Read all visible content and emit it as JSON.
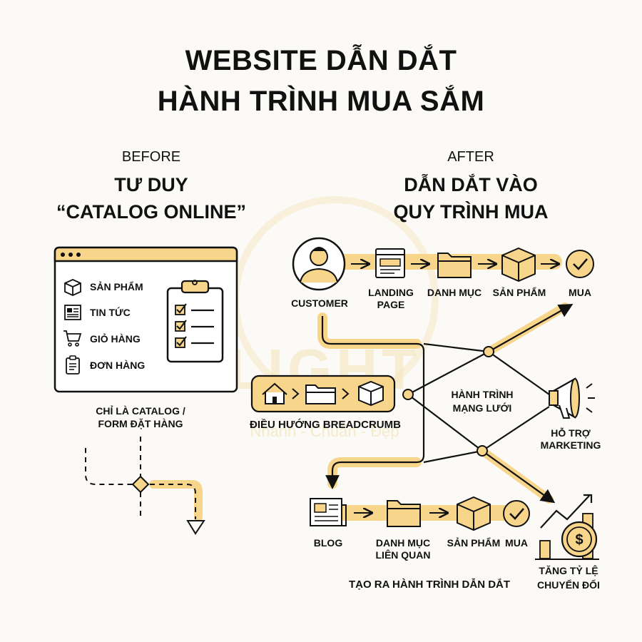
{
  "title": {
    "line1": "WEBSITE DẪN DẮT",
    "line2": "HÀNH TRÌNH MUA SẮM"
  },
  "watermark": {
    "brand": "LIGHT",
    "tagline": "Nhanh - Chuẩn - Đẹp"
  },
  "before": {
    "heading": "BEFORE",
    "subtitle_line1": "TƯ DUY",
    "subtitle_line2": "“CATALOG ONLINE”",
    "menu": [
      {
        "label": "SẢN PHẨM",
        "icon": "box-icon"
      },
      {
        "label": "TIN TỨC",
        "icon": "newspaper-icon"
      },
      {
        "label": "GIỎ HÀNG",
        "icon": "cart-icon"
      },
      {
        "label": "ĐƠN HÀNG",
        "icon": "clipboard-icon"
      }
    ],
    "caption_line1": "CHỈ LÀ CATALOG /",
    "caption_line2": "FORM ĐẶT HÀNG"
  },
  "after": {
    "heading": "AFTER",
    "subtitle_line1": "DẪN DẮT VÀO",
    "subtitle_line2": "QUY TRÌNH MUA",
    "top_flow": {
      "customer": "CUSTOMER",
      "landing_line1": "LANDING",
      "landing_line2": "PAGE",
      "category": "DANH MỤC",
      "product": "SẢN PHẨM",
      "buy": "MUA"
    },
    "breadcrumb_label": "ĐIỀU HƯỚNG BREADCRUMB",
    "network_line1": "HÀNH TRÌNH",
    "network_line2": "MẠNG LƯỚI",
    "marketing_line1": "HỖ TRỢ",
    "marketing_line2": "MARKETING",
    "bottom_flow": {
      "blog": "BLOG",
      "related_line1": "DANH MỤC",
      "related_line2": "LIÊN QUAN",
      "product": "SẢN PHẨM",
      "buy": "MUA"
    },
    "conversion_line1": "TĂNG TỶ LỆ",
    "conversion_line2": "CHUYỂN ĐỔI",
    "bottom_caption": "TẠO RA HÀNH TRÌNH DẪN DẮT"
  },
  "colors": {
    "accent": "#f7d58a",
    "accent_dark": "#e9b949",
    "ink": "#111111",
    "panel": "#ffffff"
  }
}
